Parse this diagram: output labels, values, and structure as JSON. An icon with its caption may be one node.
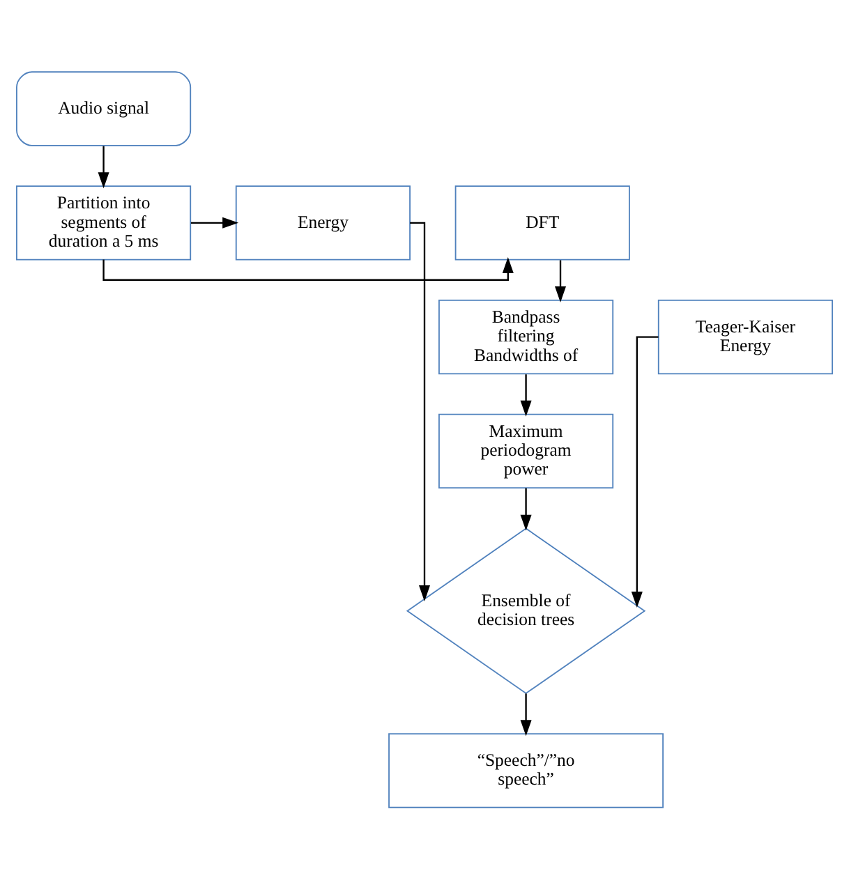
{
  "diagram": {
    "nodes": [
      {
        "text": [
          "Audio signal"
        ]
      },
      {
        "text": [
          "Partition into segments of duration a 5 ms"
        ]
      },
      {
        "text": [
          "DFT"
        ]
      },
      {
        "text": [
          "Energy"
        ]
      },
      {
        "text": [
          "Bandpass filtering Bandwidths of"
        ]
      },
      {
        "text": [
          "Teager-Kaiser Energy"
        ]
      },
      {
        "text": [
          "Maximum periodogram power"
        ]
      },
      {
        "text": [
          "Ensemble of decision trees"
        ]
      },
      {
        "text": [
          "“Speech”/”no speech”"
        ]
      }
    ],
    "edges": [
      {
        "from": 0,
        "to": 1,
        "arrow": "to"
      },
      {
        "from": 1,
        "to": 2,
        "arrow": "to"
      },
      {
        "from": 1,
        "to": 3,
        "arrow": "to"
      },
      {
        "from": 2,
        "to": 4,
        "arrow": "to"
      },
      {
        "from": 4,
        "to": 6,
        "arrow": "to"
      },
      {
        "from": 5,
        "to": 7,
        "arrow": "to"
      },
      {
        "from": 6,
        "to": 7,
        "arrow": "to"
      },
      {
        "from": 3,
        "to": 7,
        "arrow": "to"
      },
      {
        "from": 7,
        "to": 8,
        "arrow": "to"
      }
    ]
  }
}
